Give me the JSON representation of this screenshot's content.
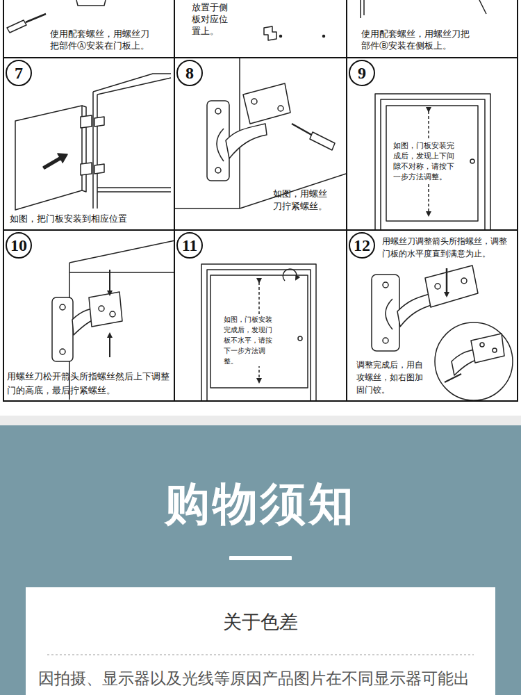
{
  "diagram": {
    "nodes": [
      {
        "text": [
          "使用配套螺丝，用螺丝刀把部件Ⓐ安装在门板上。"
        ]
      },
      {
        "text": [
          "放置于侧板对应位置上。"
        ]
      },
      {
        "text": [
          "使用配套螺丝，用螺丝刀把部件Ⓑ安装在侧板上。"
        ]
      },
      {
        "text": [
          "7",
          "如图，把门板安装到相应位置"
        ]
      },
      {
        "text": [
          "8",
          "如图，用螺丝刀拧紧螺丝。"
        ]
      },
      {
        "text": [
          "9",
          "如图，门板安装完成后，发现上下间隙不对称，请按下一步方法调整。"
        ]
      },
      {
        "text": [
          "10",
          "用螺丝刀松开箭头所指螺丝然后上下调整门的高底，最后拧紧螺丝。"
        ]
      },
      {
        "text": [
          "11",
          "如图，门板安装完成后，发现门板不水平，请按下一步方法调整。"
        ]
      },
      {
        "text": [
          "12",
          "用螺丝刀调整箭头所指螺丝，调整门板的水平度直到满意为止。",
          "调整完成后，用自攻螺丝，如右图加固门铰。"
        ]
      },
      {
        "text": [
          "购物须知"
        ]
      },
      {
        "text": [
          "关于色差",
          "因拍摄、显示器以及光线等原因产品图片在不同显示器可能出"
        ],
        "in": 9
      }
    ]
  }
}
